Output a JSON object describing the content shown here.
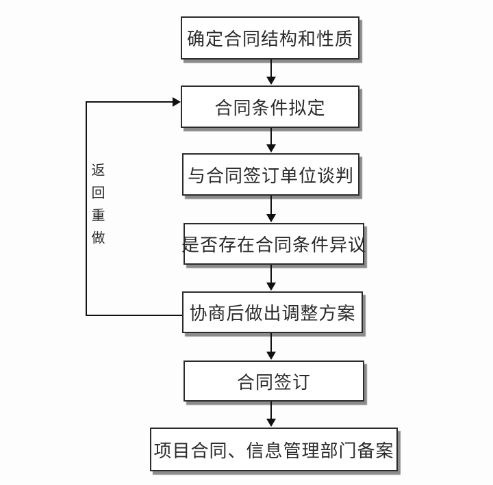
{
  "diagram": {
    "nodes": [
      {
        "label": "确定合同结构和性质"
      },
      {
        "label": "合同条件拟定"
      },
      {
        "label": "与合同签订单位谈判"
      },
      {
        "label": "是否存在合同条件异议"
      },
      {
        "label": "协商后做出调整方案"
      },
      {
        "label": "合同签订"
      },
      {
        "label": "项目合同、信息管理部门备案"
      }
    ],
    "edges": [
      {
        "from": "确定合同结构和性质",
        "to": "合同条件拟定",
        "type": "arrow"
      },
      {
        "from": "合同条件拟定",
        "to": "与合同签订单位谈判",
        "type": "arrow"
      },
      {
        "from": "与合同签订单位谈判",
        "to": "是否存在合同条件异议",
        "type": "arrow"
      },
      {
        "from": "是否存在合同条件异议",
        "to": "协商后做出调整方案",
        "type": "arrow"
      },
      {
        "from": "协商后做出调整方案",
        "to": "合同签订",
        "type": "arrow"
      },
      {
        "from": "合同签订",
        "to": "项目合同、信息管理部门备案",
        "type": "arrow"
      },
      {
        "from": "协商后做出调整方案",
        "to": "合同条件拟定",
        "type": "feedback-arrow",
        "label": "返回重做"
      }
    ],
    "feedback_label": "返回重做",
    "colors": {
      "background": "#fefdfd",
      "box_fill": "#ffffff",
      "box_border": "#2b2b2b",
      "box_shadow": "#8f8f8f",
      "text": "#2a2a2a",
      "connector": "#111111"
    }
  }
}
